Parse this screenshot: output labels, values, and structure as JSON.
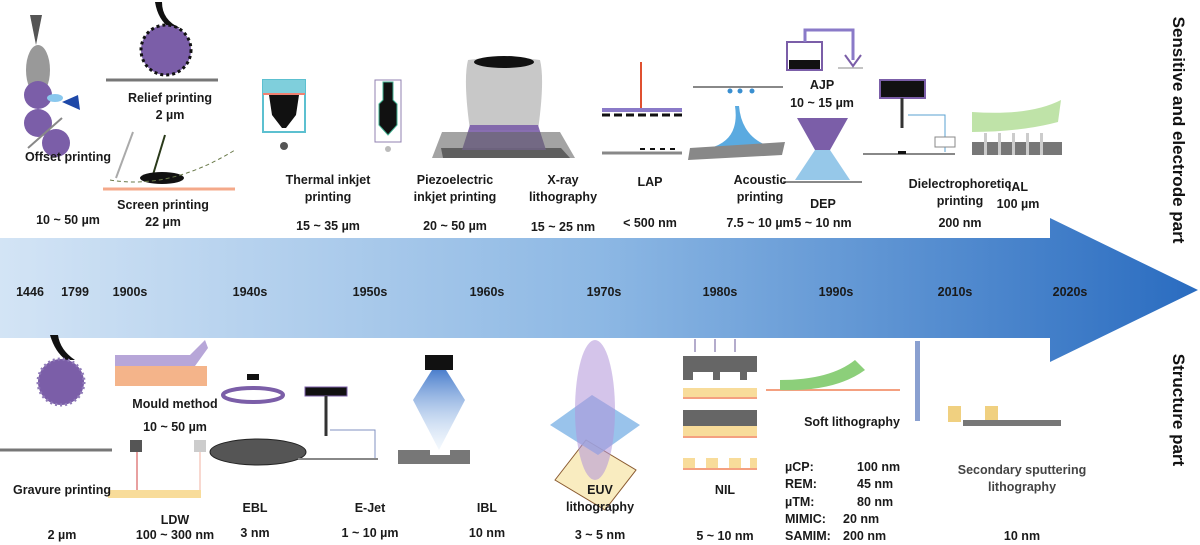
{
  "colors": {
    "arrow_start": "#d3e4f5",
    "arrow_end": "#2a6cc0",
    "purple": "#7b5ea8",
    "gray": "#7d7d7d"
  },
  "side_labels": {
    "top": "Sensitive and electrode part",
    "bottom": "Structure part"
  },
  "years": [
    "1446",
    "1799",
    "1900s",
    "1940s",
    "1950s",
    "1960s",
    "1970s",
    "1980s",
    "1990s",
    "2010s",
    "2020s"
  ],
  "top": [
    {
      "name": "Offset printing",
      "res": "10 ~ 50 µm"
    },
    {
      "name": "Relief printing",
      "res": "2 µm"
    },
    {
      "name": "Screen printing",
      "res": "22 µm"
    },
    {
      "name": [
        "Thermal inkjet",
        "printing"
      ],
      "res": "15 ~ 35 µm"
    },
    {
      "name": [
        "Piezoelectric",
        "inkjet printing"
      ],
      "res": "20 ~ 50 µm"
    },
    {
      "name": [
        "X-ray",
        "lithography"
      ],
      "res": "15 ~ 25 nm"
    },
    {
      "name": "LAP",
      "res": "< 500 nm"
    },
    {
      "name": [
        "Acoustic",
        "printing"
      ],
      "res": "7.5 ~ 10 µm"
    },
    {
      "name": "AJP",
      "res": "10 ~ 15 µm"
    },
    {
      "name": "DEP",
      "res": "5 ~ 10 nm"
    },
    {
      "name": [
        "Dielectrophoretic",
        "printing"
      ],
      "res": "200 nm"
    },
    {
      "name": "IAL",
      "res": "100 µm"
    }
  ],
  "bottom": [
    {
      "name": "Gravure printing",
      "res": "2 µm"
    },
    {
      "name": "Mould method",
      "res": "10 ~ 50 µm"
    },
    {
      "name": "LDW",
      "res": "100 ~ 300 nm"
    },
    {
      "name": "EBL",
      "res": "3 nm"
    },
    {
      "name": "E-Jet",
      "res": "1 ~ 10 µm"
    },
    {
      "name": "IBL",
      "res": "10 nm"
    },
    {
      "name": [
        "EUV",
        "lithography"
      ],
      "res": "3 ~ 5 nm"
    },
    {
      "name": "NIL",
      "res": "5 ~ 10 nm"
    },
    {
      "name": "Soft lithography",
      "items": [
        {
          "k": "µCP:",
          "v": "100 nm"
        },
        {
          "k": "REM:",
          "v": "45 nm"
        },
        {
          "k": "µTM:",
          "v": "80 nm"
        },
        {
          "k": "MIMIC:",
          "v": "20 nm"
        },
        {
          "k": "SAMIM:",
          "v": "200 nm"
        }
      ]
    },
    {
      "name": [
        "Secondary sputtering",
        "lithography"
      ],
      "res": "10 nm"
    }
  ]
}
